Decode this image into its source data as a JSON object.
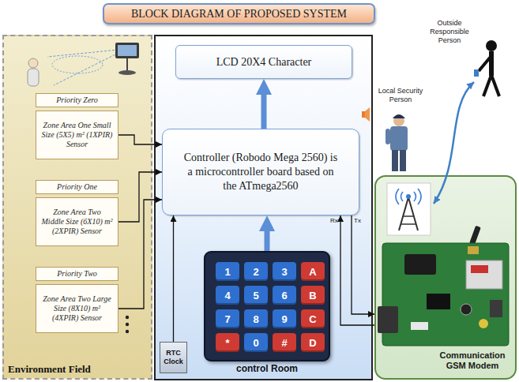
{
  "diagram": {
    "title": "BLOCK DIAGRAM OF PROPOSED SYSTEM",
    "nodes": [
      {
        "text": [
          "Environment Field"
        ]
      },
      {
        "text": [
          "Priority Zero"
        ],
        "in": 0
      },
      {
        "text": [
          "Zone Area One Small Size (5X5) m² (1XPIR) Sensor"
        ],
        "in": 0
      },
      {
        "text": [
          "Priority One"
        ],
        "in": 0
      },
      {
        "text": [
          "Zone Area Two Middle Size (6X10) m² (2XPIR) Sensor"
        ],
        "in": 0
      },
      {
        "text": [
          "Priority Two"
        ],
        "in": 0
      },
      {
        "text": [
          "Zone Area Two Large Size (8X10) m² (4XPIR) Sensor"
        ],
        "in": 0
      },
      {
        "text": [
          "control Room"
        ]
      },
      {
        "text": [
          "LCD 20X4 Character"
        ],
        "in": 7
      },
      {
        "text": [
          "Controller (Robodo Mega 2560) is a microcontroller board based on the ATmega2560"
        ],
        "in": 7
      },
      {
        "text": [
          "1",
          "2",
          "3",
          "A",
          "4",
          "5",
          "6",
          "B",
          "7",
          "8",
          "9",
          "C",
          "*",
          "0",
          "#",
          "D"
        ],
        "in": 7
      },
      {
        "text": [
          "RTC Clock"
        ],
        "in": 7
      },
      {
        "text": [
          "Communication GSM Modem"
        ]
      }
    ],
    "edges": [
      {
        "from": 2,
        "to": 9,
        "arrow": "to"
      },
      {
        "from": 4,
        "to": 9,
        "arrow": "to"
      },
      {
        "from": 6,
        "to": 9,
        "arrow": "to"
      },
      {
        "from": 9,
        "to": 8,
        "arrow": "to"
      },
      {
        "from": 10,
        "to": 9,
        "arrow": "to"
      },
      {
        "from": 11,
        "to": 9,
        "arrow": "to"
      },
      {
        "from": 9,
        "to": 12,
        "label": "Tx",
        "arrow": "to"
      },
      {
        "from": 12,
        "to": 9,
        "label": "Rx",
        "arrow": "to"
      }
    ],
    "labels": [
      "Local Security Person",
      "Outside Responsible Person"
    ]
  }
}
